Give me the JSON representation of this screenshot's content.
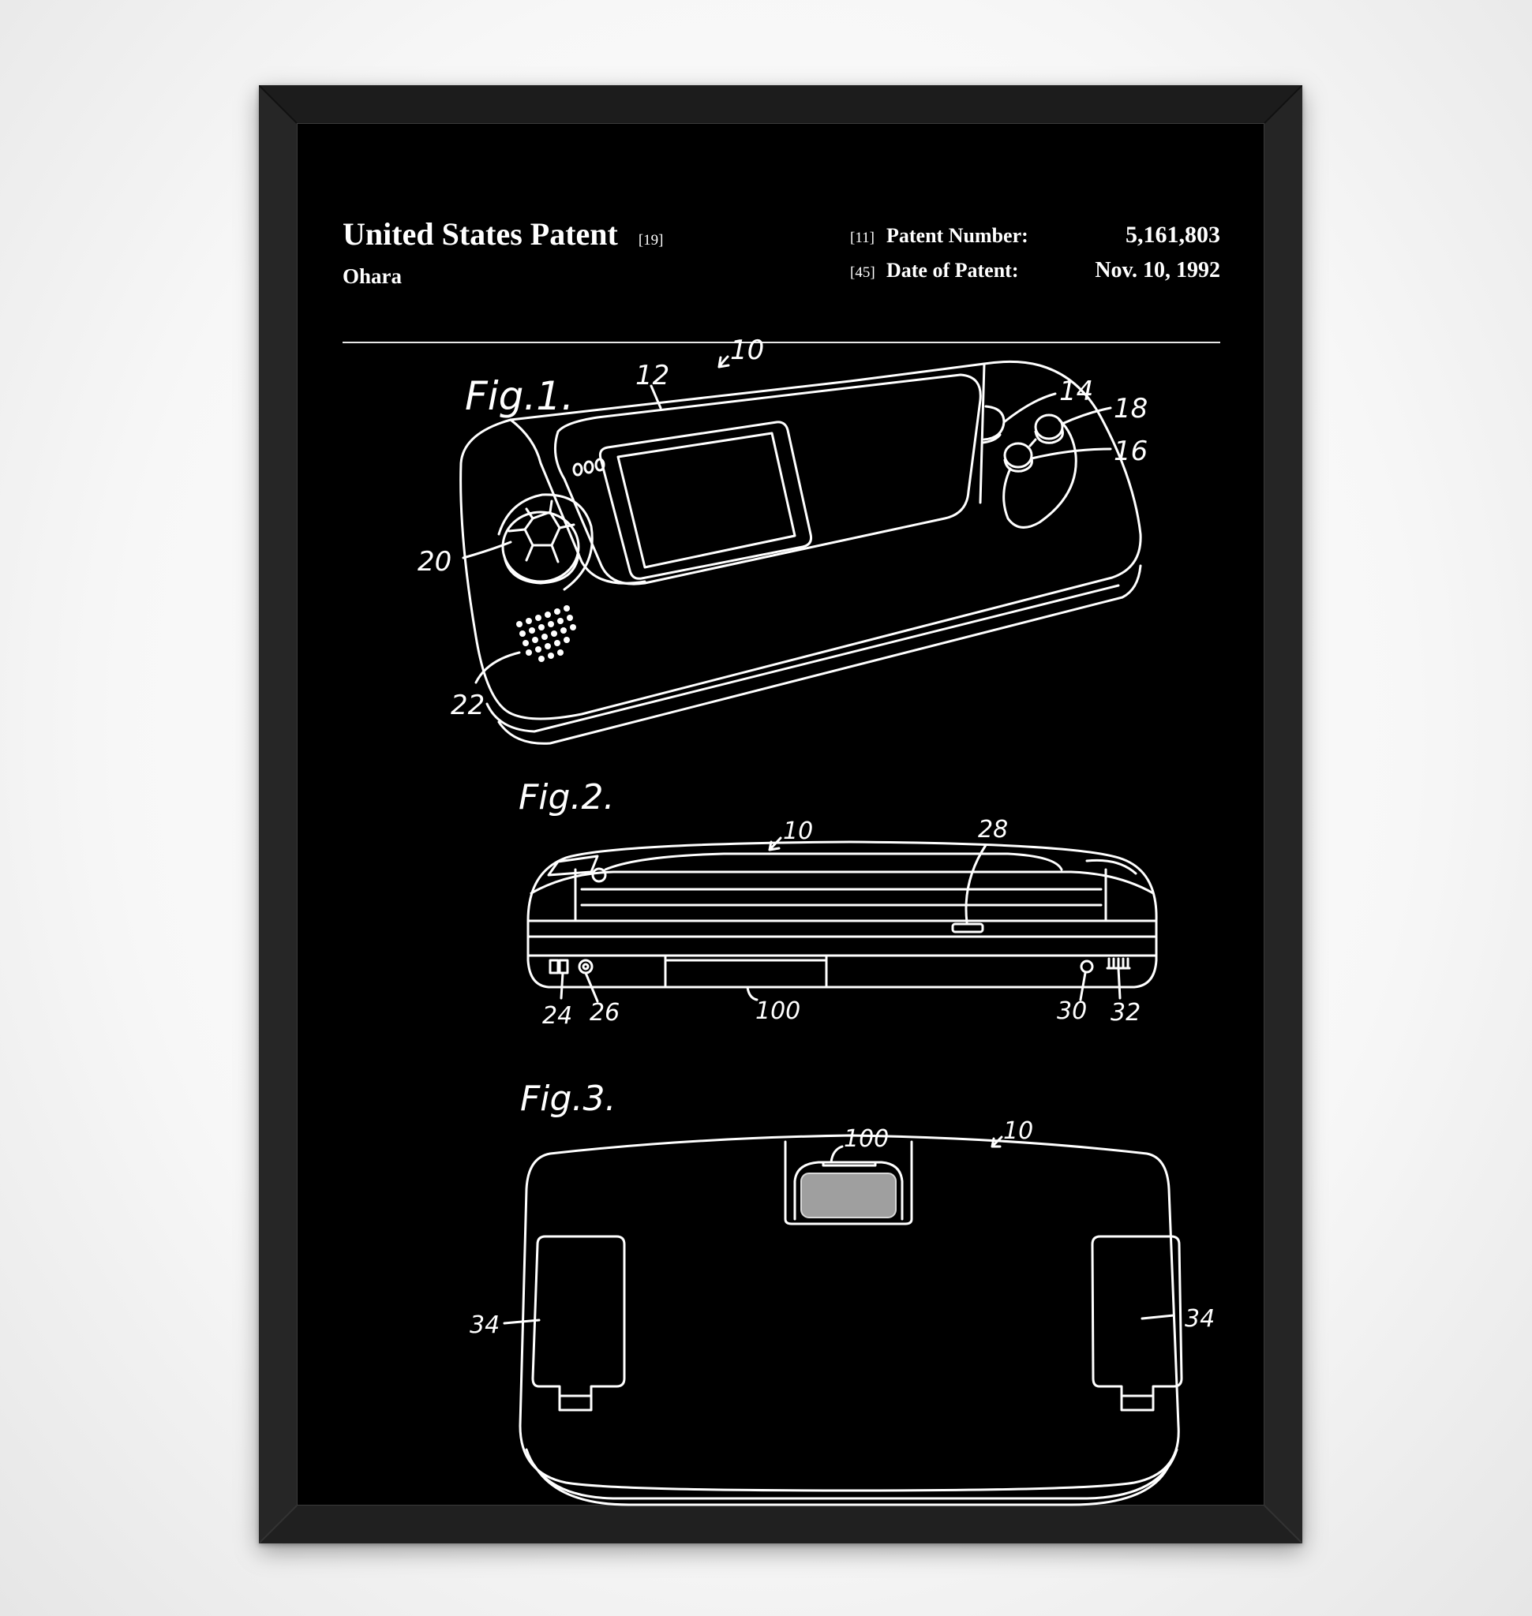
{
  "header": {
    "title": "United States Patent",
    "title_code": "[19]",
    "inventor": "Ohara",
    "patent_number_code": "[11]",
    "patent_number_label": "Patent Number:",
    "patent_number": "5,161,803",
    "date_code": "[45]",
    "date_label": "Date of Patent:",
    "date": "Nov. 10, 1992"
  },
  "figures": {
    "fig1": {
      "title": "Fig.1.",
      "refs": {
        "device": "10",
        "screen": "12",
        "start": "14",
        "button2": "18",
        "button1": "16",
        "dpad": "20",
        "speaker": "22"
      }
    },
    "fig2": {
      "title": "Fig.2.",
      "refs": {
        "device": "10",
        "slot": "28",
        "power": "24",
        "dc_jack": "26",
        "cartridge": "100",
        "headphone": "30",
        "volume": "32"
      }
    },
    "fig3": {
      "title": "Fig.3.",
      "refs": {
        "cartridge": "100",
        "device": "10",
        "battery_left": "34",
        "battery_right": "34"
      }
    }
  },
  "colors": {
    "frame": "#232323",
    "mat": "#000000",
    "ink": "#ffffff"
  }
}
